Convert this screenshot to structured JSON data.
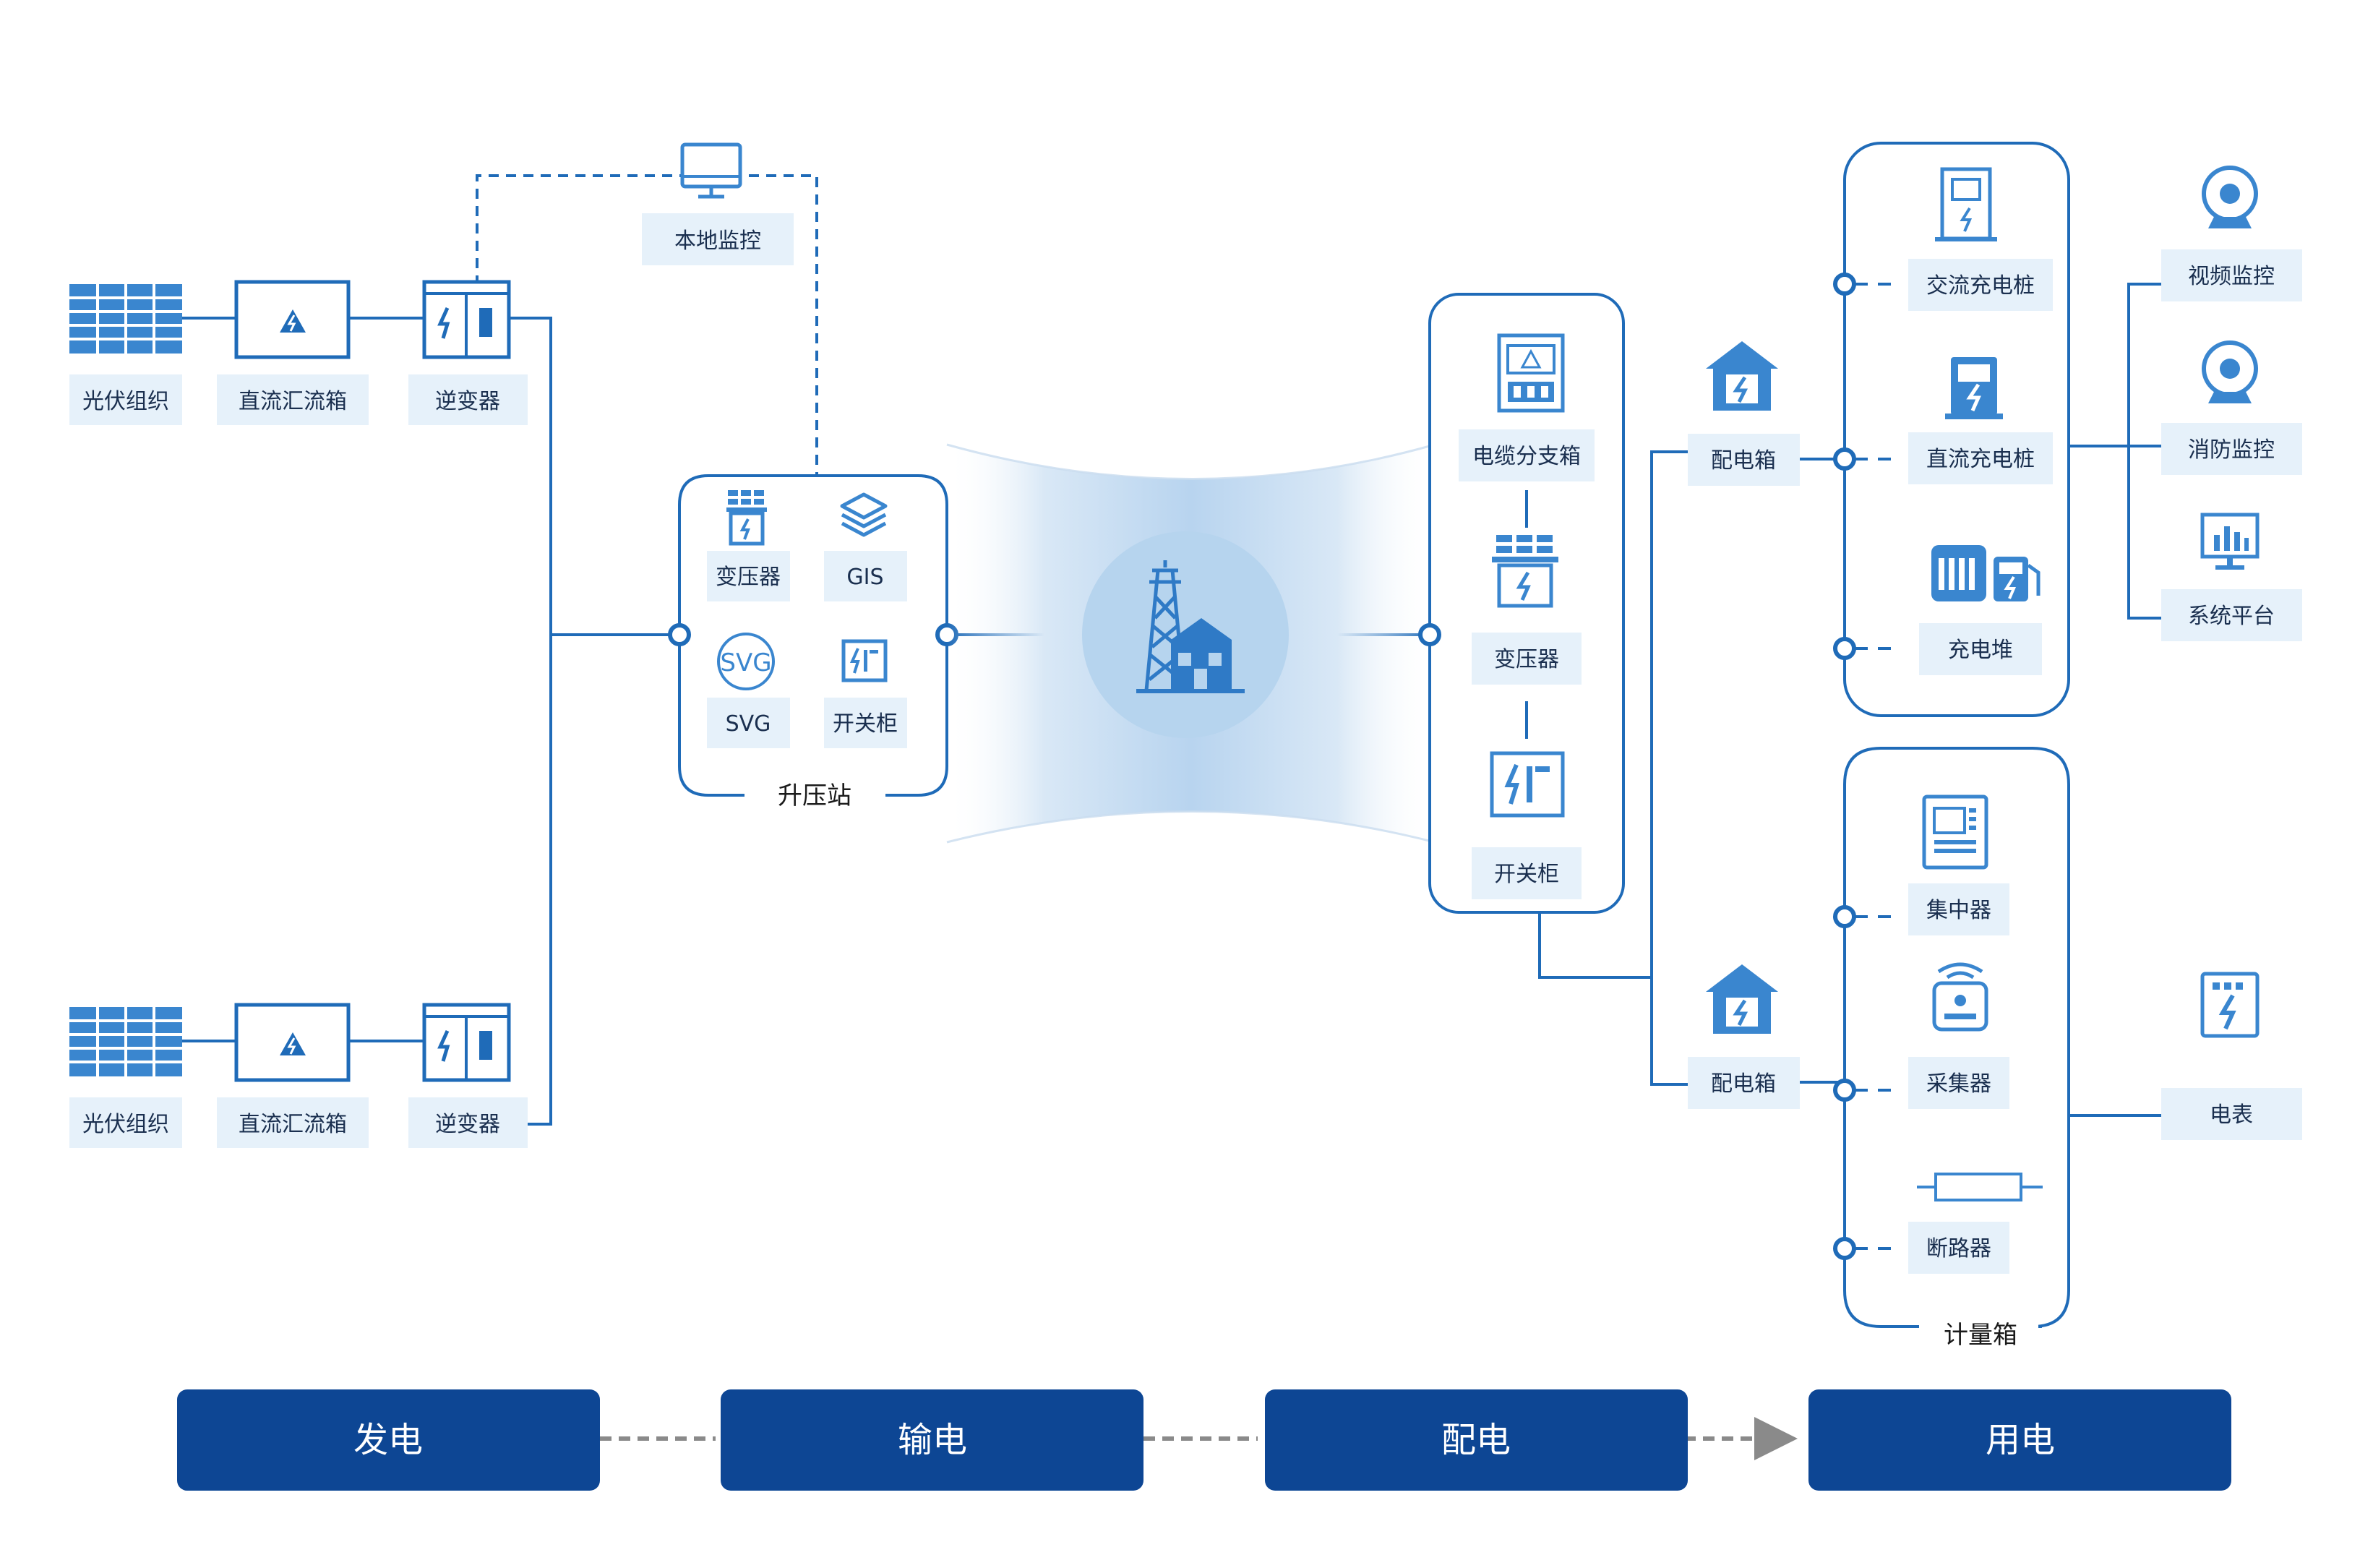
{
  "colors": {
    "primary": "#1f6bb8",
    "label_bg": "#e6f1fa",
    "icon": "#3a86cf",
    "stage_bg": "#0d4694",
    "stage_text": "#ffffff",
    "arrow": "#8a8a8a",
    "hub_circle": "#b6d4ee"
  },
  "generation": {
    "row1": {
      "pv": "光伏组织",
      "combiner": "直流汇流箱",
      "inverter": "逆变器"
    },
    "row2": {
      "pv": "光伏组织",
      "combiner": "直流汇流箱",
      "inverter": "逆变器"
    },
    "local_monitor": "本地监控"
  },
  "booster_station": {
    "title": "升压站",
    "items": [
      "变压器",
      "GIS",
      "SVG",
      "开关柜"
    ],
    "svg_icon_text": "SVG"
  },
  "hub": {
    "icon": "power-tower-house-icon"
  },
  "distribution": {
    "items": [
      "电缆分支箱",
      "变压器",
      "开关柜"
    ]
  },
  "distribution_boxes": [
    "配电箱",
    "配电箱"
  ],
  "charging_group": {
    "items": [
      "交流充电桩",
      "直流充电桩",
      "充电堆"
    ]
  },
  "monitoring": [
    "视频监控",
    "消防监控",
    "系统平台"
  ],
  "metering_group": {
    "title": "计量箱",
    "items": [
      "集中器",
      "采集器",
      "断路器"
    ]
  },
  "meter": "电表",
  "stages": [
    "发电",
    "输电",
    "配电",
    "用电"
  ]
}
